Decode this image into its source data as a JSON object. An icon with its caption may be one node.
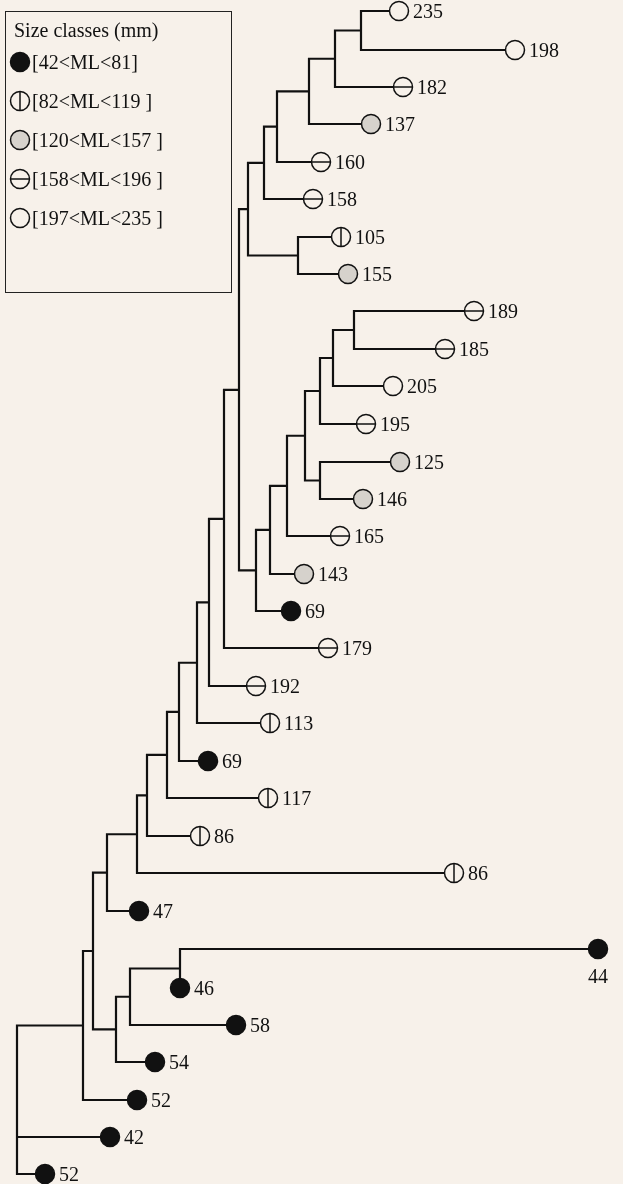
{
  "diagram": {
    "labels": [
      "Size classes (mm)",
      "235",
      "198",
      "182",
      "137",
      "160",
      "158",
      "105",
      "155",
      "189",
      "185",
      "205",
      "195",
      "125",
      "146",
      "165",
      "143",
      "69",
      "179",
      "192",
      "113",
      "69",
      "117",
      "86",
      "86",
      "47",
      "44",
      "46",
      "58",
      "54",
      "52",
      "42",
      "52"
    ],
    "legend": [
      {
        "text": "[42<ML<81]"
      },
      {
        "text": "[82<ML<119 ]"
      },
      {
        "text": "[120<ML<157 ]"
      },
      {
        "text": "[158<ML<196 ]"
      },
      {
        "text": "[197<ML<235 ]"
      }
    ]
  }
}
